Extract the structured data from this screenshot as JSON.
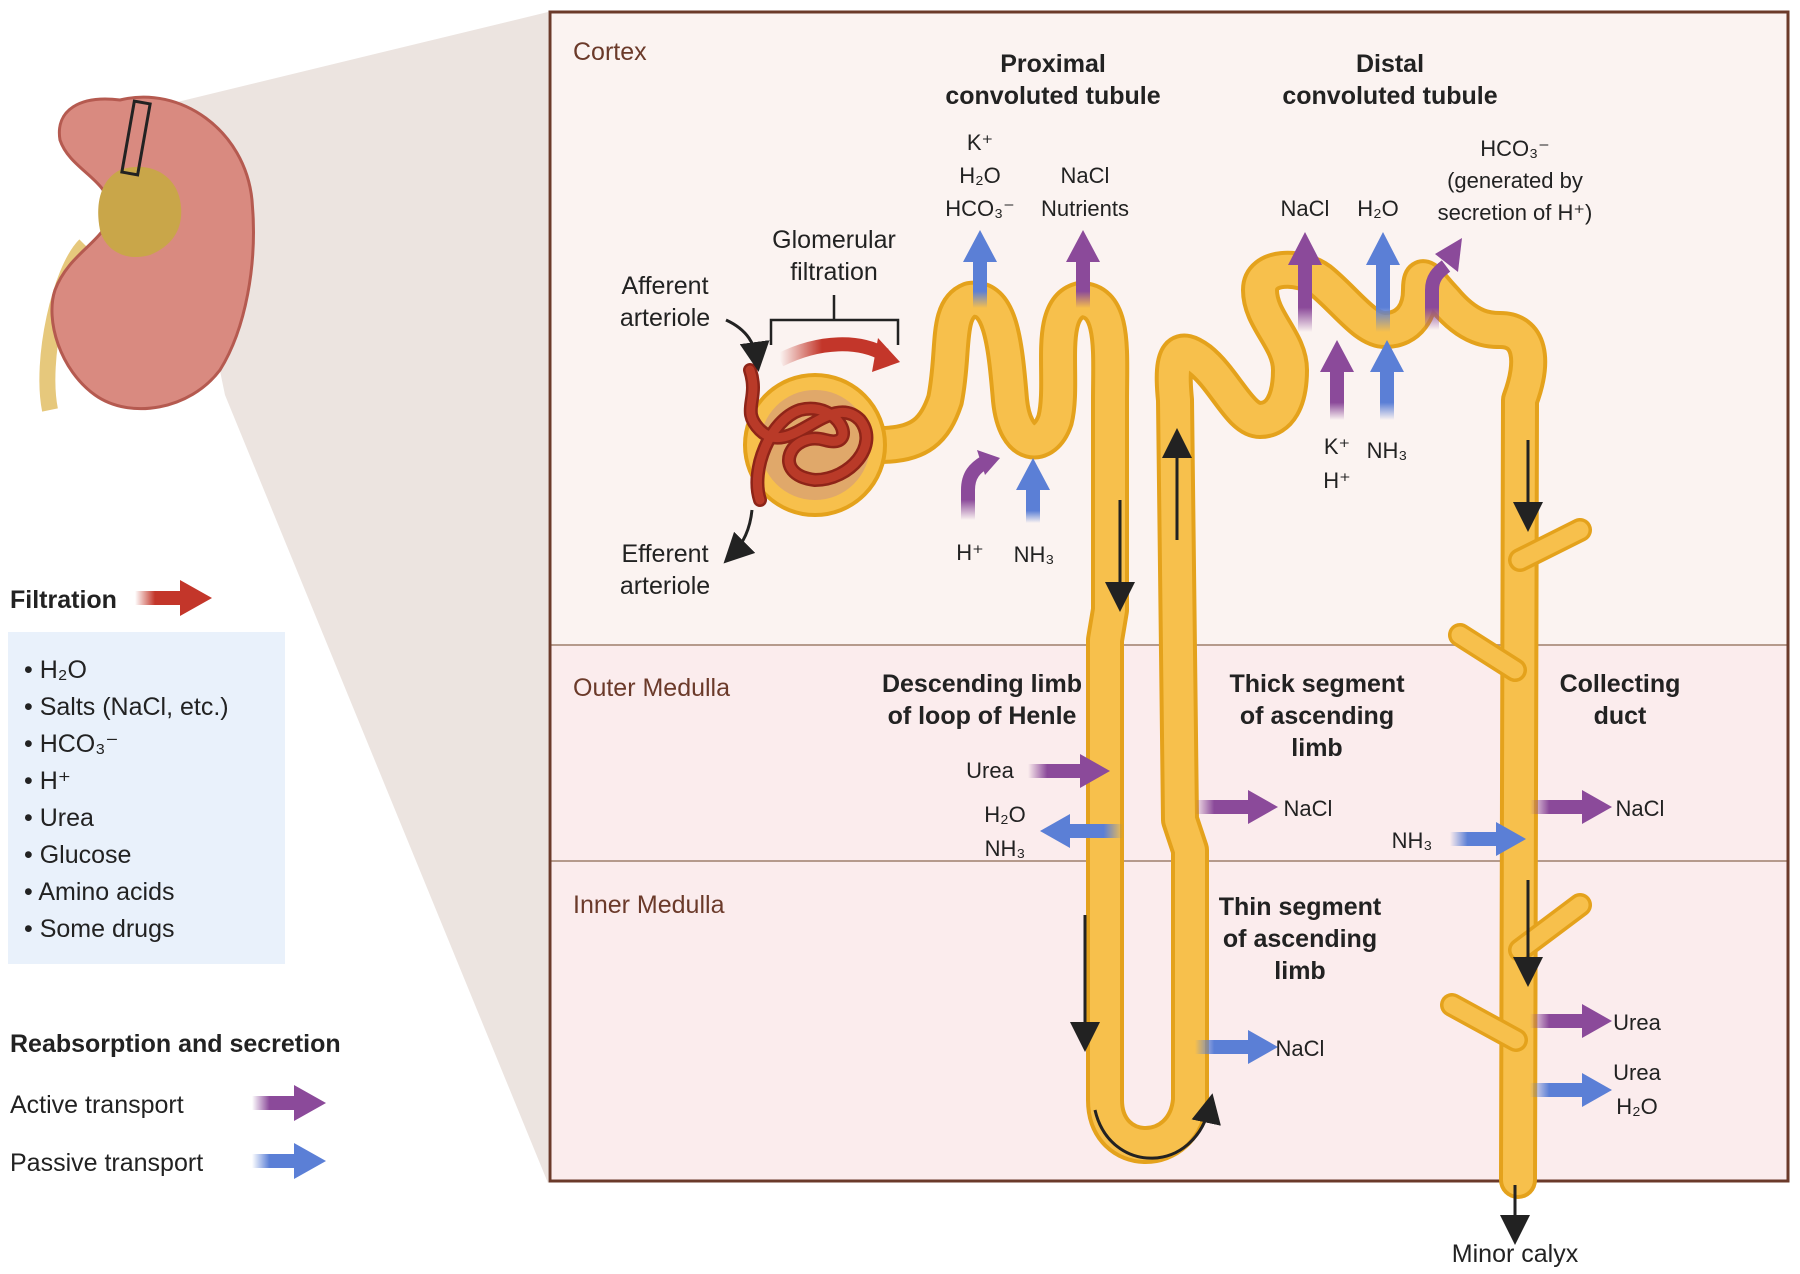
{
  "colors": {
    "tubule": "#f7c04c",
    "tubule_edge": "#e4a21c",
    "active": "#8b4a9a",
    "passive": "#5b7fd6",
    "filtration": "#c3362a",
    "panel_border": "#6b3a2a",
    "cortex_bg": "#fbf3f1",
    "medulla_bg": "#fbeced",
    "legend_box": "#e9f1fb",
    "region_text": "#6b3a2a"
  },
  "regions": {
    "cortex": "Cortex",
    "outer_medulla": "Outer Medulla",
    "inner_medulla": "Inner Medulla"
  },
  "labels": {
    "pct_1": "Proximal",
    "pct_2": "convoluted tubule",
    "dct_1": "Distal",
    "dct_2": "convoluted tubule",
    "glom_1": "Glomerular",
    "glom_2": "filtration",
    "aff_1": "Afferent",
    "aff_2": "arteriole",
    "eff_1": "Efferent",
    "eff_2": "arteriole",
    "desc_1": "Descending limb",
    "desc_2": "of loop of Henle",
    "thick_1": "Thick segment",
    "thick_2": "of ascending",
    "thick_3": "limb",
    "thin_1": "Thin segment",
    "thin_2": "of ascending",
    "thin_3": "limb",
    "coll_1": "Collecting",
    "coll_2": "duct",
    "minor_calyx": "Minor calyx"
  },
  "molecules": {
    "pct_k": "K⁺",
    "pct_h2o": "H₂O",
    "pct_hco3": "HCO₃⁻",
    "pct_nacl": "NaCl",
    "pct_nutrients": "Nutrients",
    "pct_h": "H⁺",
    "pct_nh3": "NH₃",
    "dct_nacl": "NaCl",
    "dct_h2o": "H₂O",
    "dct_hco3_1": "HCO₃⁻",
    "dct_hco3_2": "(generated by",
    "dct_hco3_3": "secretion of H⁺)",
    "dct_k": "K⁺",
    "dct_h": "H⁺",
    "dct_nh3": "NH₃",
    "desc_urea": "Urea",
    "desc_h2o": "H₂O",
    "desc_nh3": "NH₃",
    "thick_nacl": "NaCl",
    "thin_nacl": "NaCl",
    "coll_nh3": "NH₃",
    "coll_nacl": "NaCl",
    "coll_urea": "Urea",
    "coll_urea2": "Urea",
    "coll_h2o": "H₂O"
  },
  "legend": {
    "filtration_title": "Filtration",
    "filtrate_items": [
      "H₂O",
      "Salts (NaCl, etc.)",
      "HCO₃⁻",
      "H⁺",
      "Urea",
      "Glucose",
      "Amino acids",
      "Some drugs"
    ],
    "reabs_title": "Reabsorption and secretion",
    "active_label": "Active transport",
    "passive_label": "Passive transport"
  },
  "icons": {
    "kidney": "kidney-icon"
  }
}
